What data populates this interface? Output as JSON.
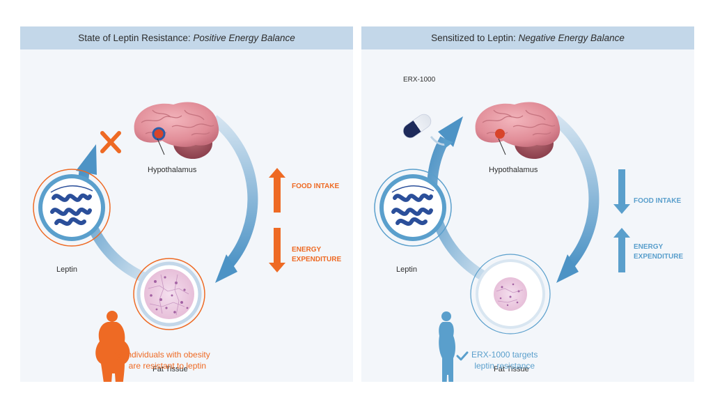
{
  "left": {
    "title_normal": "State of Leptin Resistance: ",
    "title_italic": "Positive Energy Balance",
    "hypothalamus": "Hypothalamus",
    "leptin": "Leptin",
    "fat_tissue": "Fat Tissue",
    "food_intake": "FOOD INTAKE",
    "energy_line1": "ENERGY",
    "energy_line2": "EXPENDITURE",
    "caption_line1": "Individuals with obesity",
    "caption_line2": "are resistant to leptin"
  },
  "right": {
    "title_normal": "Sensitized to Leptin: ",
    "title_italic": "Negative Energy Balance",
    "drug": "ERX-1000",
    "hypothalamus": "Hypothalamus",
    "leptin": "Leptin",
    "fat_tissue": "Fat Tissue",
    "food_intake": "FOOD INTAKE",
    "energy_line1": "ENERGY",
    "energy_line2": "EXPENDITURE",
    "caption_line1": "ERX-1000 targets",
    "caption_line2": "leptin resistance"
  },
  "colors": {
    "orange": "#ee6a24",
    "blue": "#5a9fcc",
    "header_bg": "#c3d7e9",
    "panel_bg": "#f3f6fa",
    "brain": "#e7969f"
  },
  "icons": [
    "brain-icon",
    "leptin-protein-icon",
    "fat-tissue-icon",
    "person-silhouette-icon",
    "pill-icon",
    "cross-icon",
    "check-icon",
    "arrow-up-icon",
    "arrow-down-icon"
  ]
}
